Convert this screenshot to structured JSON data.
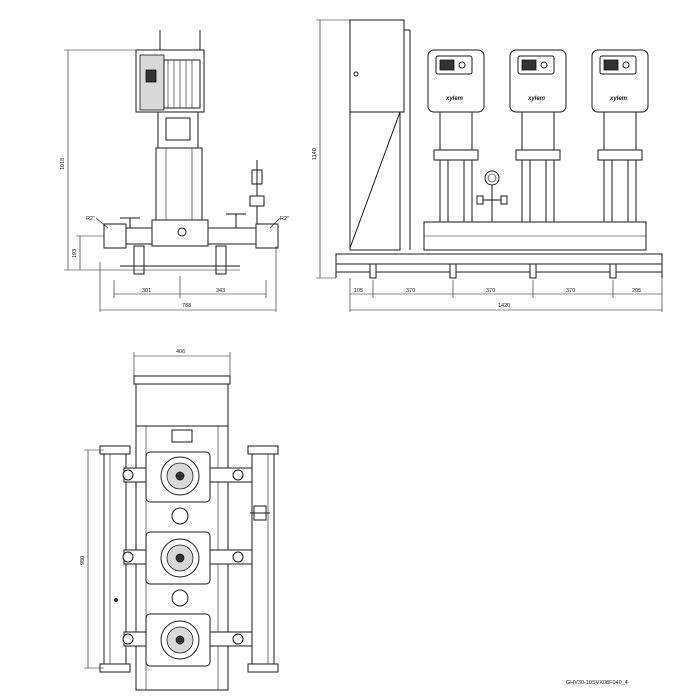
{
  "front_view": {
    "dim_total_height": "1018",
    "dim_inlet_height": "193",
    "dim_left_offset": "301",
    "dim_right_offset": "343",
    "dim_total_width": "788",
    "inlet_label": "R2\"",
    "outlet_label": "R2\""
  },
  "side_view": {
    "dim_height": "1140",
    "dim_seg_1": "105",
    "dim_seg_2": "370",
    "dim_seg_3": "370",
    "dim_seg_4": "370",
    "dim_seg_5": "205",
    "dim_total_length": "1420",
    "pump_brand": "xylem"
  },
  "top_view": {
    "dim_width": "406",
    "dim_length": "980"
  },
  "drawing_code": "GHV30-10SVX08F040_4"
}
